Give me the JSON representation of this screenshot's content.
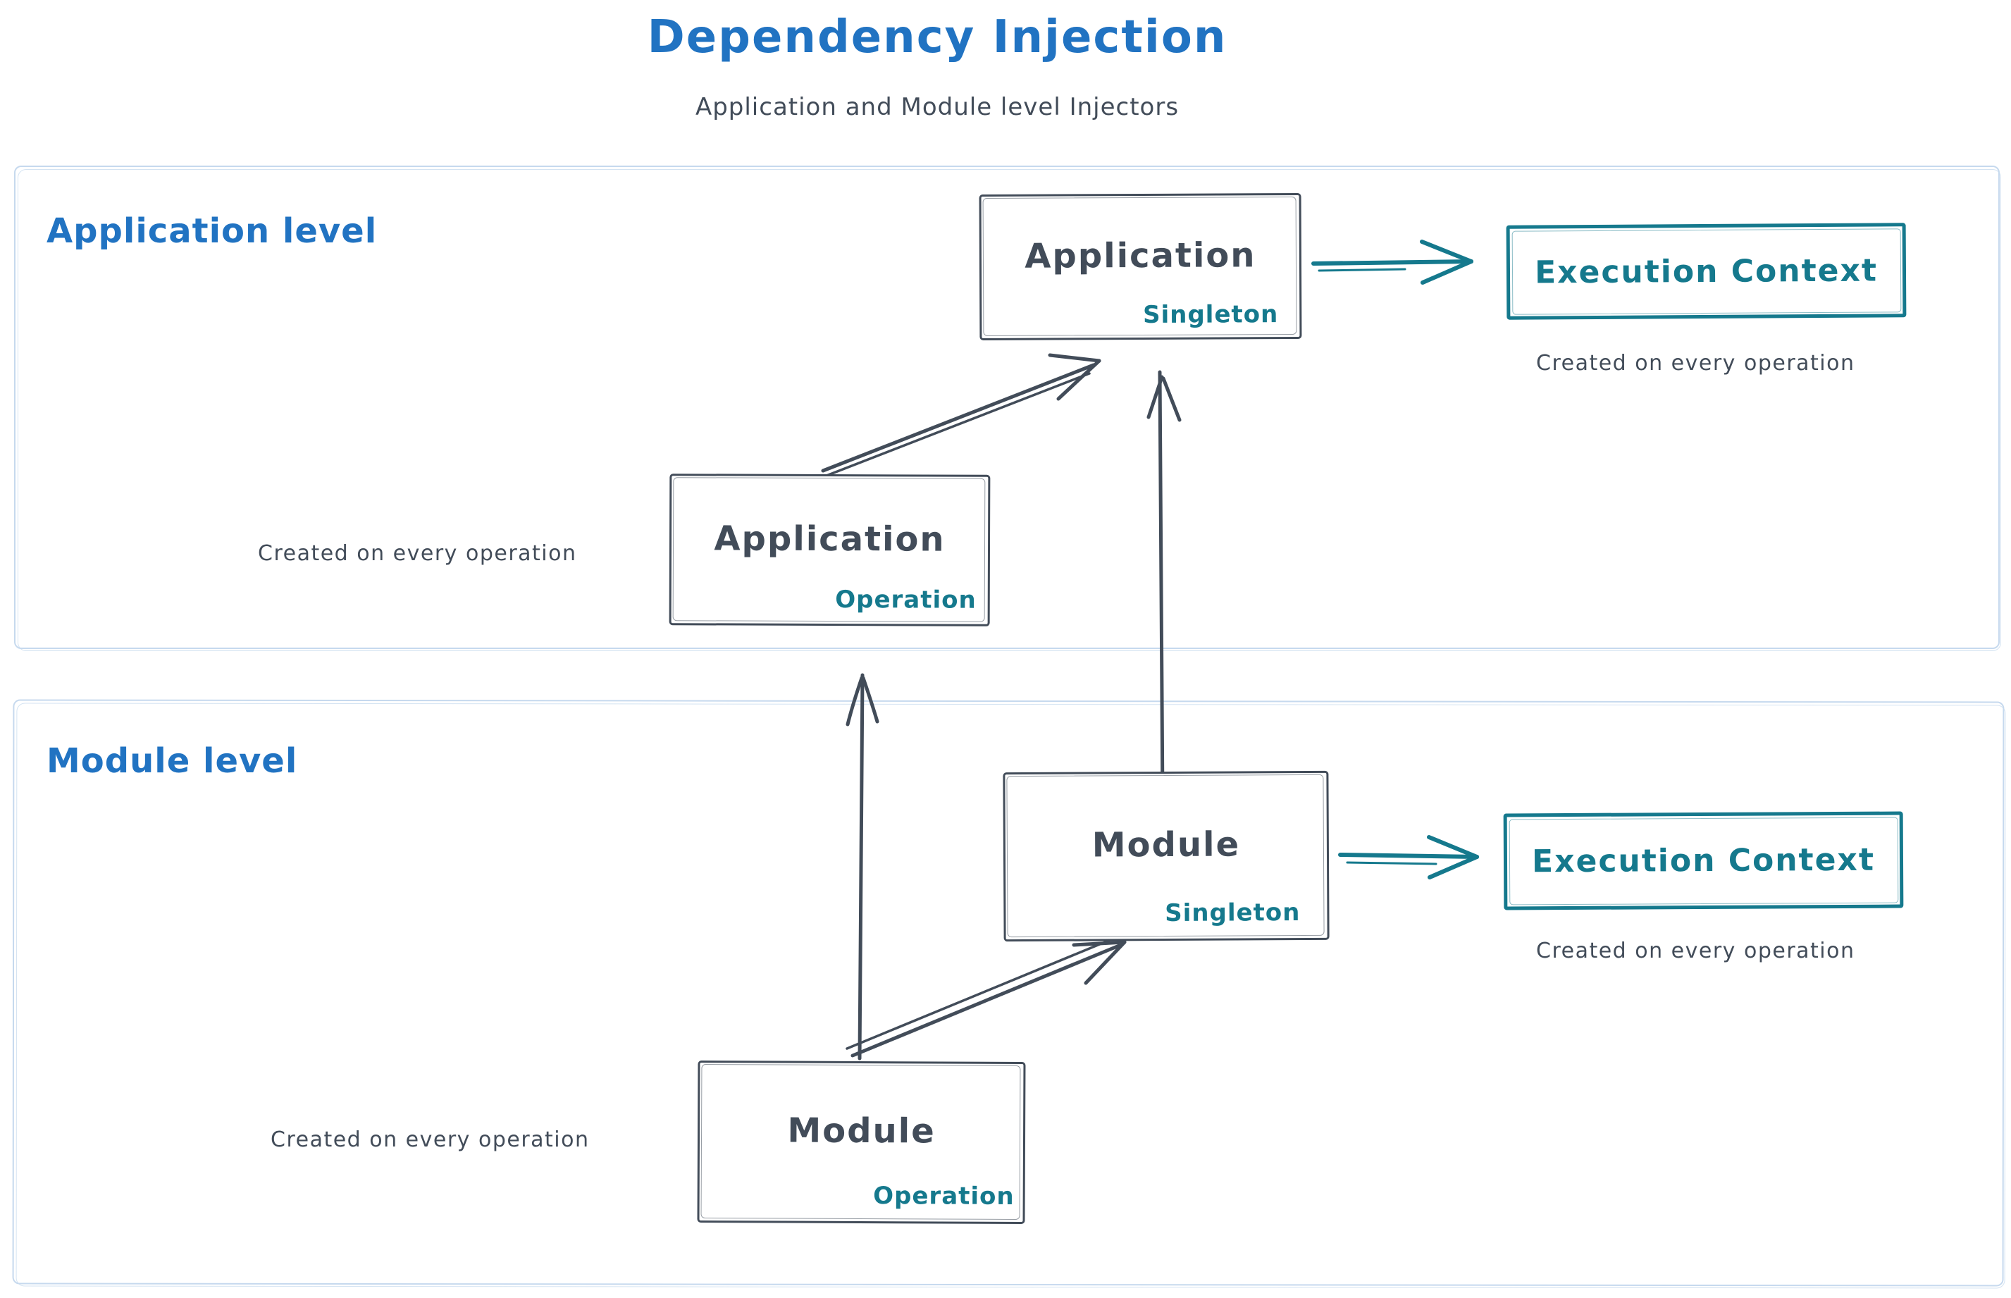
{
  "title": "Dependency Injection",
  "subtitle": "Application and Module level Injectors",
  "colors": {
    "title_blue": "#2173c2",
    "ink": "#424c59",
    "teal": "#15798d",
    "region_border": "#c6d9ee"
  },
  "application_region": {
    "label": "Application level",
    "singleton_box": {
      "name": "Application",
      "scope": "Singleton"
    },
    "operation_box": {
      "name": "Application",
      "scope": "Operation"
    },
    "operation_caption": "Created on every operation",
    "execution_context": {
      "label": "Execution Context",
      "caption": "Created on every operation"
    }
  },
  "module_region": {
    "label": "Module level",
    "singleton_box": {
      "name": "Module",
      "scope": "Singleton"
    },
    "operation_box": {
      "name": "Module",
      "scope": "Operation"
    },
    "operation_caption": "Created on every operation",
    "execution_context": {
      "label": "Execution Context",
      "caption": "Created on every operation"
    }
  }
}
